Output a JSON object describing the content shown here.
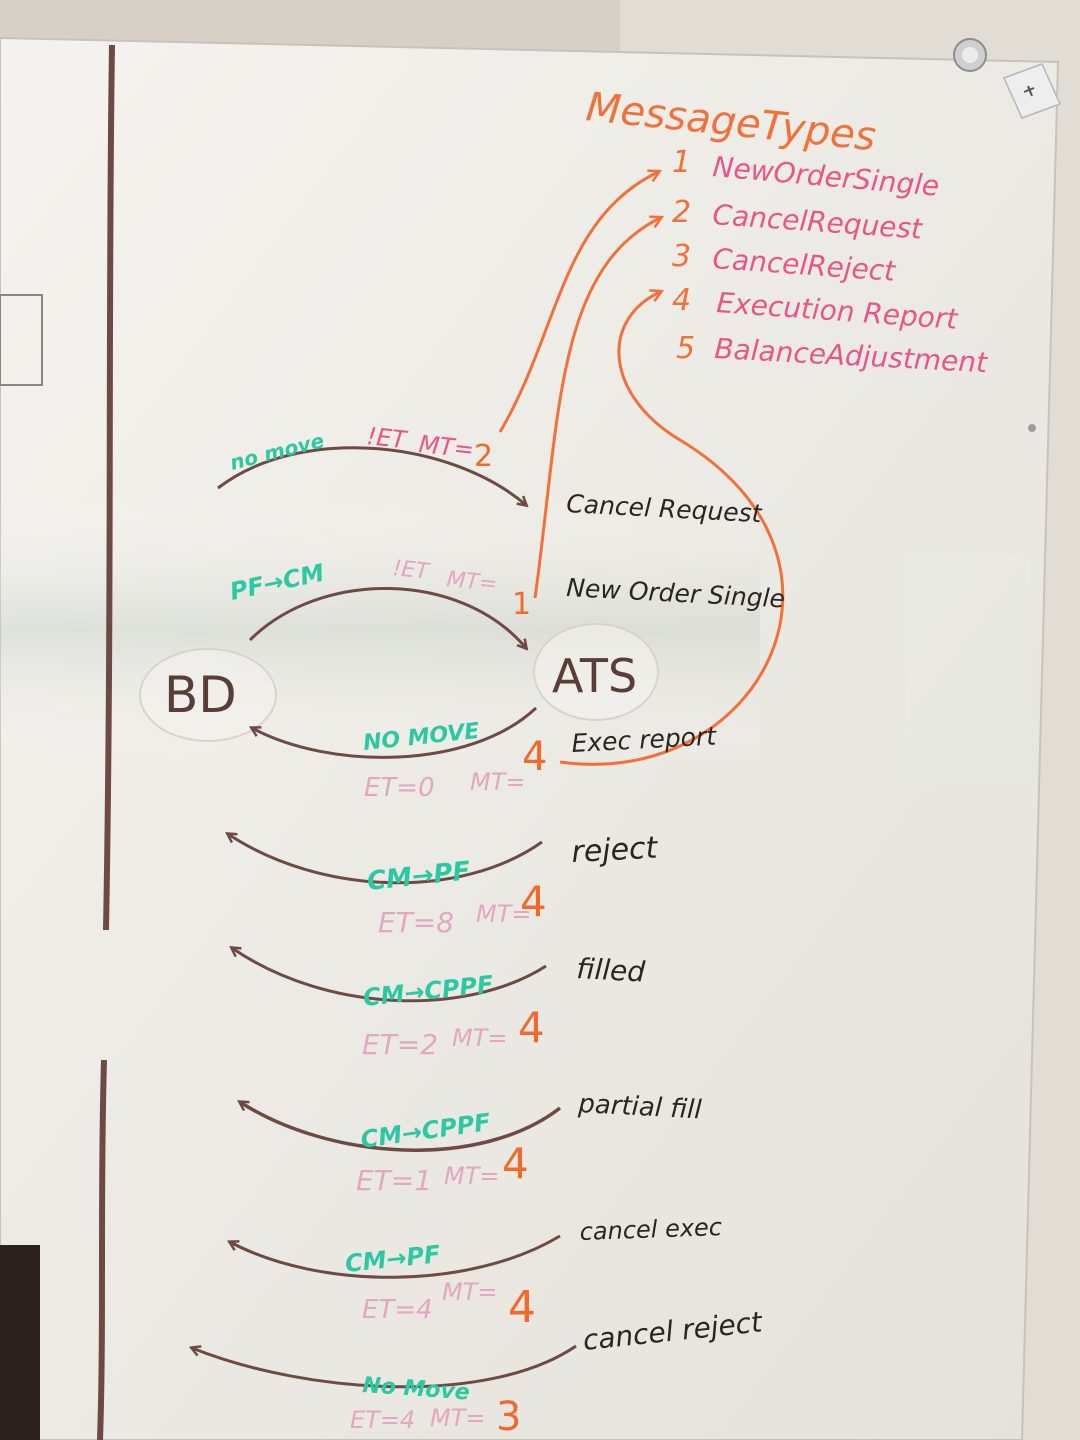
{
  "legend": {
    "title": "MessageTypes",
    "items": [
      {
        "num": "1",
        "name": "NewOrderSingle"
      },
      {
        "num": "2",
        "name": "CancelRequest"
      },
      {
        "num": "3",
        "name": "CancelReject"
      },
      {
        "num": "4",
        "name": "Execution Report"
      },
      {
        "num": "5",
        "name": "BalanceAdjustment"
      }
    ]
  },
  "nodes": {
    "bd": "BD",
    "ats": "ATS"
  },
  "flows": [
    {
      "id": "cancel-request",
      "state": "no move",
      "et": "!ET",
      "mt_label": "MT=",
      "mt_value": "2",
      "description": "Cancel Request"
    },
    {
      "id": "new-order-single",
      "state": "PF→CM",
      "et": "!ET",
      "mt_label": "MT=",
      "mt_value": "1",
      "description": "New Order Single"
    },
    {
      "id": "exec-report",
      "state": "NO MOVE",
      "et": "ET=0",
      "mt_label": "MT=",
      "mt_value": "4",
      "description": "Exec report"
    },
    {
      "id": "reject",
      "state": "CM→PF",
      "et": "ET=8",
      "mt_label": "MT=",
      "mt_value": "4",
      "description": "reject"
    },
    {
      "id": "filled",
      "state": "CM→CPPF",
      "et": "ET=2",
      "mt_label": "MT=",
      "mt_value": "4",
      "description": "filled"
    },
    {
      "id": "partial-fill",
      "state": "CM→CPPF",
      "et": "ET=1",
      "mt_label": "MT=",
      "mt_value": "4",
      "description": "partial fill"
    },
    {
      "id": "cancel-exec",
      "state": "CM→PF",
      "et": "ET=4",
      "mt_label": "MT=",
      "mt_value": "4",
      "description": "cancel exec"
    },
    {
      "id": "cancel-reject",
      "state": "No Move",
      "et": "ET=4",
      "mt_label": "MT=",
      "mt_value": "3",
      "description": "cancel reject"
    }
  ],
  "colors": {
    "wall": "#d9d4cb",
    "board": "#f1efea",
    "orange": "#f2713a",
    "pink": "#e8558a",
    "teal": "#2cc7a3",
    "brown": "#6e4a44",
    "black": "#2a2523"
  },
  "icons": {
    "board_mount": "standoff-bolt-icon",
    "brand_corner": "brand-logo-icon"
  }
}
